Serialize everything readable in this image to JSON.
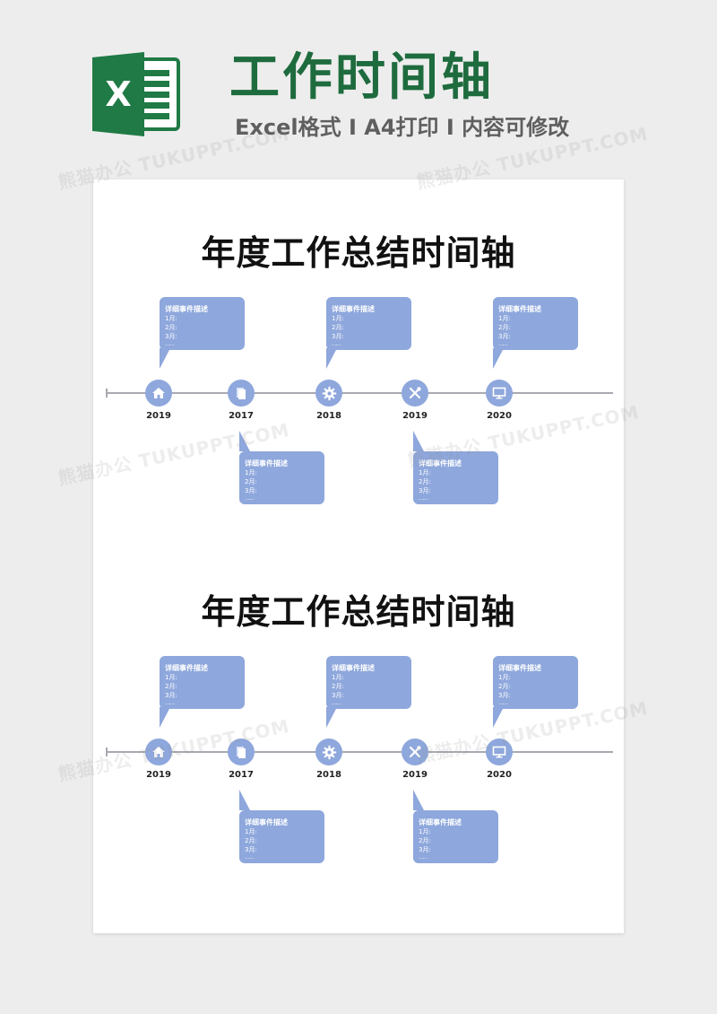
{
  "header": {
    "logo_letter": "X",
    "title": "工作时间轴",
    "subtitle": "Excel格式 I A4打印 I 内容可修改"
  },
  "colors": {
    "brand_green": "#1e6b3e",
    "bubble_blue": "#8ea7dc",
    "axis_gray": "#a9a9b2"
  },
  "watermark": "熊猫办公 TUKUPPT.COM",
  "sections": [
    {
      "title": "年度工作总结时间轴",
      "nodes": [
        {
          "year": "2019",
          "icon": "home-icon"
        },
        {
          "year": "2017",
          "icon": "documents-icon"
        },
        {
          "year": "2018",
          "icon": "gear-icon"
        },
        {
          "year": "2019",
          "icon": "tools-icon"
        },
        {
          "year": "2020",
          "icon": "monitor-icon"
        }
      ],
      "bubbles": [
        {
          "heading": "详细事件描述",
          "lines": [
            "1月:",
            "2月:",
            "3月:"
          ],
          "dash": "……"
        },
        {
          "heading": "详细事件描述",
          "lines": [
            "1月:",
            "2月:",
            "3月:"
          ],
          "dash": "……"
        },
        {
          "heading": "详细事件描述",
          "lines": [
            "1月:",
            "2月:",
            "3月:"
          ],
          "dash": "……"
        },
        {
          "heading": "详细事件描述",
          "lines": [
            "1月:",
            "2月:",
            "3月:"
          ],
          "dash": "……"
        },
        {
          "heading": "详细事件描述",
          "lines": [
            "1月:",
            "2月:",
            "3月:"
          ],
          "dash": "……"
        }
      ]
    },
    {
      "title": "年度工作总结时间轴",
      "nodes": [
        {
          "year": "2019",
          "icon": "home-icon"
        },
        {
          "year": "2017",
          "icon": "documents-icon"
        },
        {
          "year": "2018",
          "icon": "gear-icon"
        },
        {
          "year": "2019",
          "icon": "tools-icon"
        },
        {
          "year": "2020",
          "icon": "monitor-icon"
        }
      ],
      "bubbles": [
        {
          "heading": "详细事件描述",
          "lines": [
            "1月:",
            "2月:",
            "3月:"
          ],
          "dash": "……"
        },
        {
          "heading": "详细事件描述",
          "lines": [
            "1月:",
            "2月:",
            "3月:"
          ],
          "dash": "……"
        },
        {
          "heading": "详细事件描述",
          "lines": [
            "1月:",
            "2月:",
            "3月:"
          ],
          "dash": "……"
        },
        {
          "heading": "详细事件描述",
          "lines": [
            "1月:",
            "2月:",
            "3月:"
          ],
          "dash": "……"
        },
        {
          "heading": "详细事件描述",
          "lines": [
            "1月:",
            "2月:",
            "3月:"
          ],
          "dash": "……"
        }
      ]
    }
  ]
}
